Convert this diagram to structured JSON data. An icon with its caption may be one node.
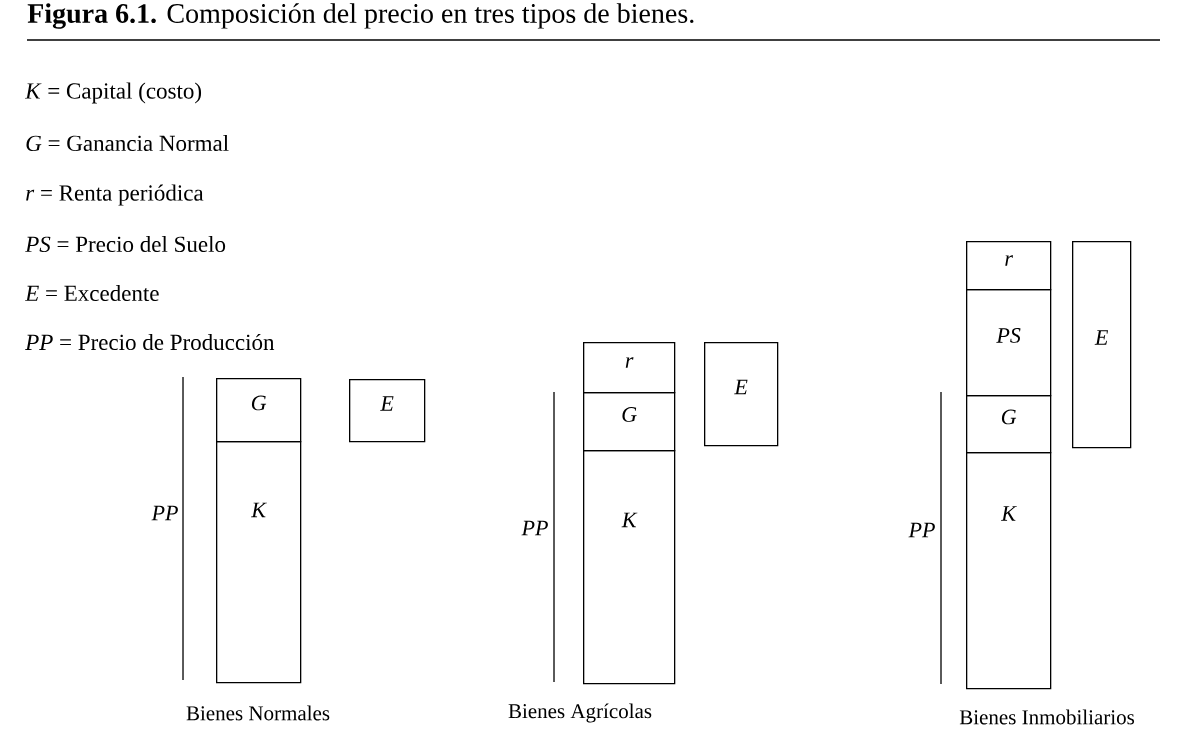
{
  "diagram": {
    "title": "**Figura 6.1.** Composición del precio en tres tipos de bienes.",
    "nodes": [
      {
        "text": [
          "G"
        ]
      },
      {
        "text": [
          "K"
        ]
      },
      {
        "text": [
          "E"
        ]
      },
      {
        "text": [
          "r"
        ]
      },
      {
        "text": [
          "G"
        ]
      },
      {
        "text": [
          "K"
        ]
      },
      {
        "text": [
          "E"
        ]
      },
      {
        "text": [
          "r"
        ]
      },
      {
        "text": [
          "PS"
        ]
      },
      {
        "text": [
          "G"
        ]
      },
      {
        "text": [
          "K"
        ]
      },
      {
        "text": [
          "E"
        ]
      }
    ],
    "labels": [
      "*K* = Capital (costo)",
      "*G* = Ganancia Normal",
      "*r* = Renta periódica",
      "*PS* = Precio del Suelo",
      "*E* = Excedente",
      "*PP* = Precio de Producción",
      "*PP*",
      "*PP*",
      "*PP*",
      "Bienes Normales",
      "Bienes Agrícolas",
      "Bienes Inmobiliarios"
    ]
  }
}
